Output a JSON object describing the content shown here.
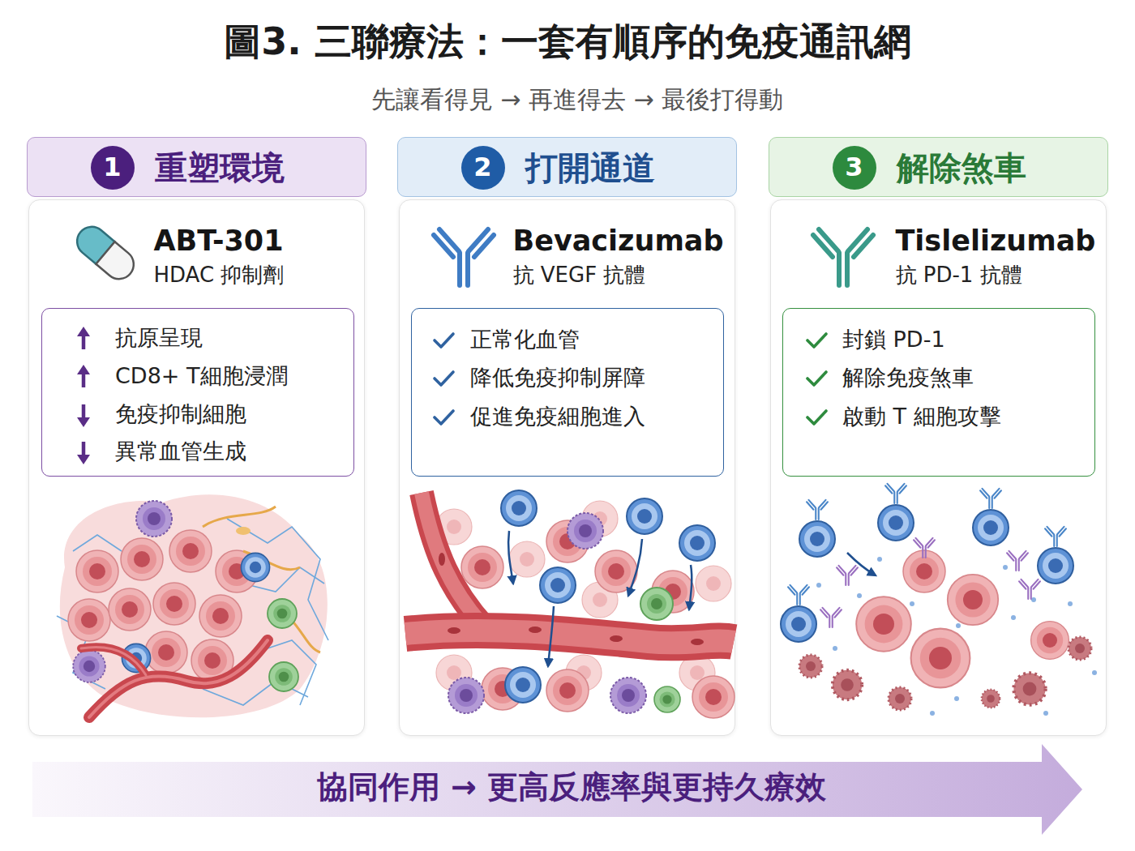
{
  "diagram": {
    "title": "圖3. 三聯療法：一套有順序的免疫通訊網",
    "nodes": [
      {
        "text": [
          "重塑環境"
        ]
      },
      {
        "text": [
          "1"
        ],
        "in": 0
      },
      {
        "text": [
          "ABT-301",
          "HDAC 抑制劑"
        ]
      },
      {
        "text": [
          "抗原呈現",
          "CD8+ T細胞浸潤",
          "免疫抑制細胞",
          "異常血管生成"
        ],
        "in": 2
      },
      {
        "text": [
          "打開通道"
        ]
      },
      {
        "text": [
          "2"
        ],
        "in": 4
      },
      {
        "text": [
          "Bevacizumab",
          "抗 VEGF 抗體"
        ]
      },
      {
        "text": [
          "正常化血管",
          "降低免疫抑制屏障",
          "促進免疫細胞進入"
        ],
        "in": 6
      },
      {
        "text": [
          "解除煞車"
        ]
      },
      {
        "text": [
          "3"
        ],
        "in": 8
      },
      {
        "text": [
          "Tislelizumab",
          "抗 PD-1 抗體"
        ]
      },
      {
        "text": [
          "封鎖 PD-1",
          "解除免疫煞車",
          "啟動 T 細胞攻擊"
        ],
        "in": 10
      },
      {
        "text": [
          "協同作用 → 更高反應率與更持久療效"
        ]
      }
    ],
    "labels": [
      "先讓看得見 → 再進得去 → 最後打得動"
    ]
  }
}
